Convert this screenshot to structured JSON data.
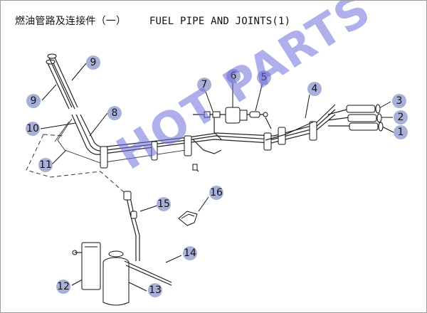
{
  "title": {
    "chinese": "燃油管路及连接件（一）",
    "english": "FUEL PIPE AND JOINTS(1)"
  },
  "watermark": "HOT PARTS",
  "callout_color": "#a9b0d8",
  "callouts": [
    {
      "label": "1"
    },
    {
      "label": "2"
    },
    {
      "label": "3"
    },
    {
      "label": "4"
    },
    {
      "label": "5"
    },
    {
      "label": "6"
    },
    {
      "label": "7"
    },
    {
      "label": "8"
    },
    {
      "label": "9"
    },
    {
      "label": "9"
    },
    {
      "label": "10"
    },
    {
      "label": "11"
    },
    {
      "label": "12"
    },
    {
      "label": "13"
    },
    {
      "label": "14"
    },
    {
      "label": "15"
    },
    {
      "label": "16"
    }
  ]
}
